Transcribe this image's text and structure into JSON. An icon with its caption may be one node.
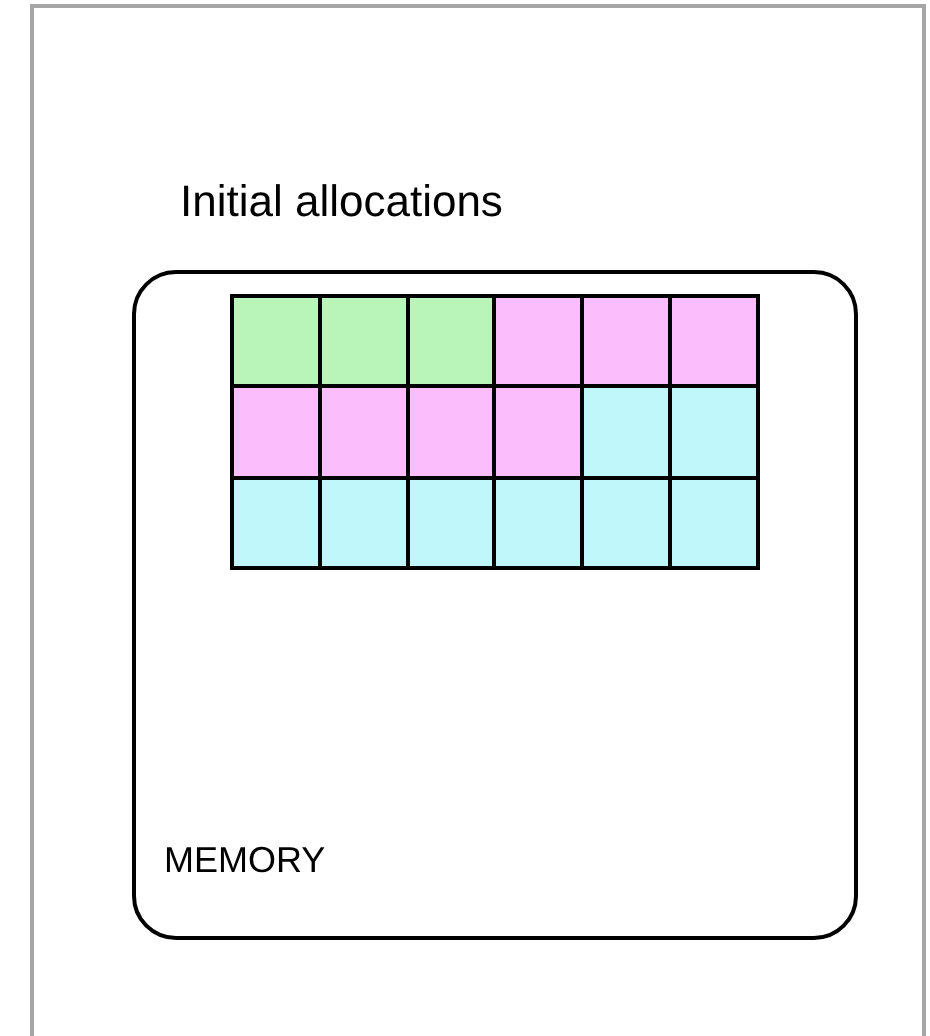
{
  "diagram": {
    "nodes": [
      {
        "text": [
          "Initial allocations",
          "MEMORY"
        ]
      },
      {
        "text": [],
        "shape": "box",
        "in": 0
      },
      {
        "text": [],
        "shape": "box",
        "in": 0
      },
      {
        "text": [],
        "shape": "box",
        "in": 0
      },
      {
        "text": [],
        "shape": "box",
        "in": 0
      },
      {
        "text": [],
        "shape": "box",
        "in": 0
      },
      {
        "text": [],
        "shape": "box",
        "in": 0
      },
      {
        "text": [],
        "shape": "box",
        "in": 0
      },
      {
        "text": [],
        "shape": "box",
        "in": 0
      },
      {
        "text": [],
        "shape": "box",
        "in": 0
      },
      {
        "text": [],
        "shape": "box",
        "in": 0
      },
      {
        "text": [],
        "shape": "box",
        "in": 0
      },
      {
        "text": [],
        "shape": "box",
        "in": 0
      },
      {
        "text": [],
        "shape": "box",
        "in": 0
      },
      {
        "text": [],
        "shape": "box",
        "in": 0
      },
      {
        "text": [],
        "shape": "box",
        "in": 0
      },
      {
        "text": [],
        "shape": "box",
        "in": 0
      },
      {
        "text": [],
        "shape": "box",
        "in": 0
      },
      {
        "text": [],
        "shape": "box",
        "in": 0
      }
    ]
  }
}
